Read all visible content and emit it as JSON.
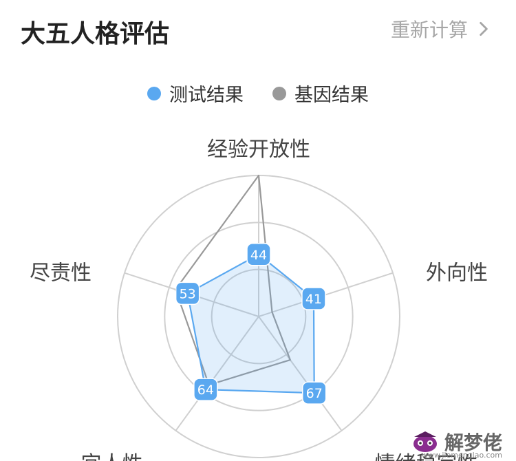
{
  "header": {
    "title": "大五人格评估",
    "action_label": "重新计算",
    "action_icon": "chevron-right-icon"
  },
  "chart_data": {
    "type": "radar",
    "axes": [
      "经验开放性",
      "外向性",
      "情绪稳定性",
      "宜人性",
      "尽责性"
    ],
    "series": [
      {
        "name": "测试结果",
        "color": "#5aa8f0",
        "values": [
          44,
          41,
          67,
          64,
          53
        ]
      },
      {
        "name": "基因结果",
        "color": "#999999",
        "values": [
          100,
          10,
          38,
          60,
          62
        ]
      }
    ],
    "range": [
      0,
      100
    ],
    "rings": 3,
    "legend": "top-center"
  },
  "watermark": {
    "text": "解梦佬",
    "url": "www.jiemenglao.com"
  }
}
